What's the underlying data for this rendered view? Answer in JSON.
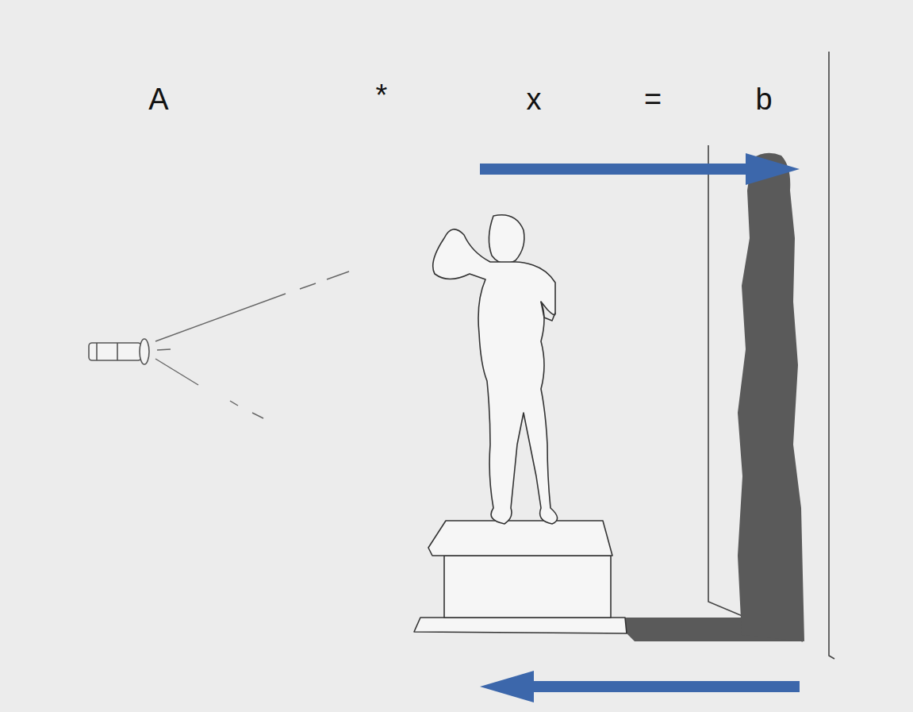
{
  "diagram": {
    "labels": [
      "A",
      "*",
      "x",
      "=",
      "b"
    ]
  }
}
